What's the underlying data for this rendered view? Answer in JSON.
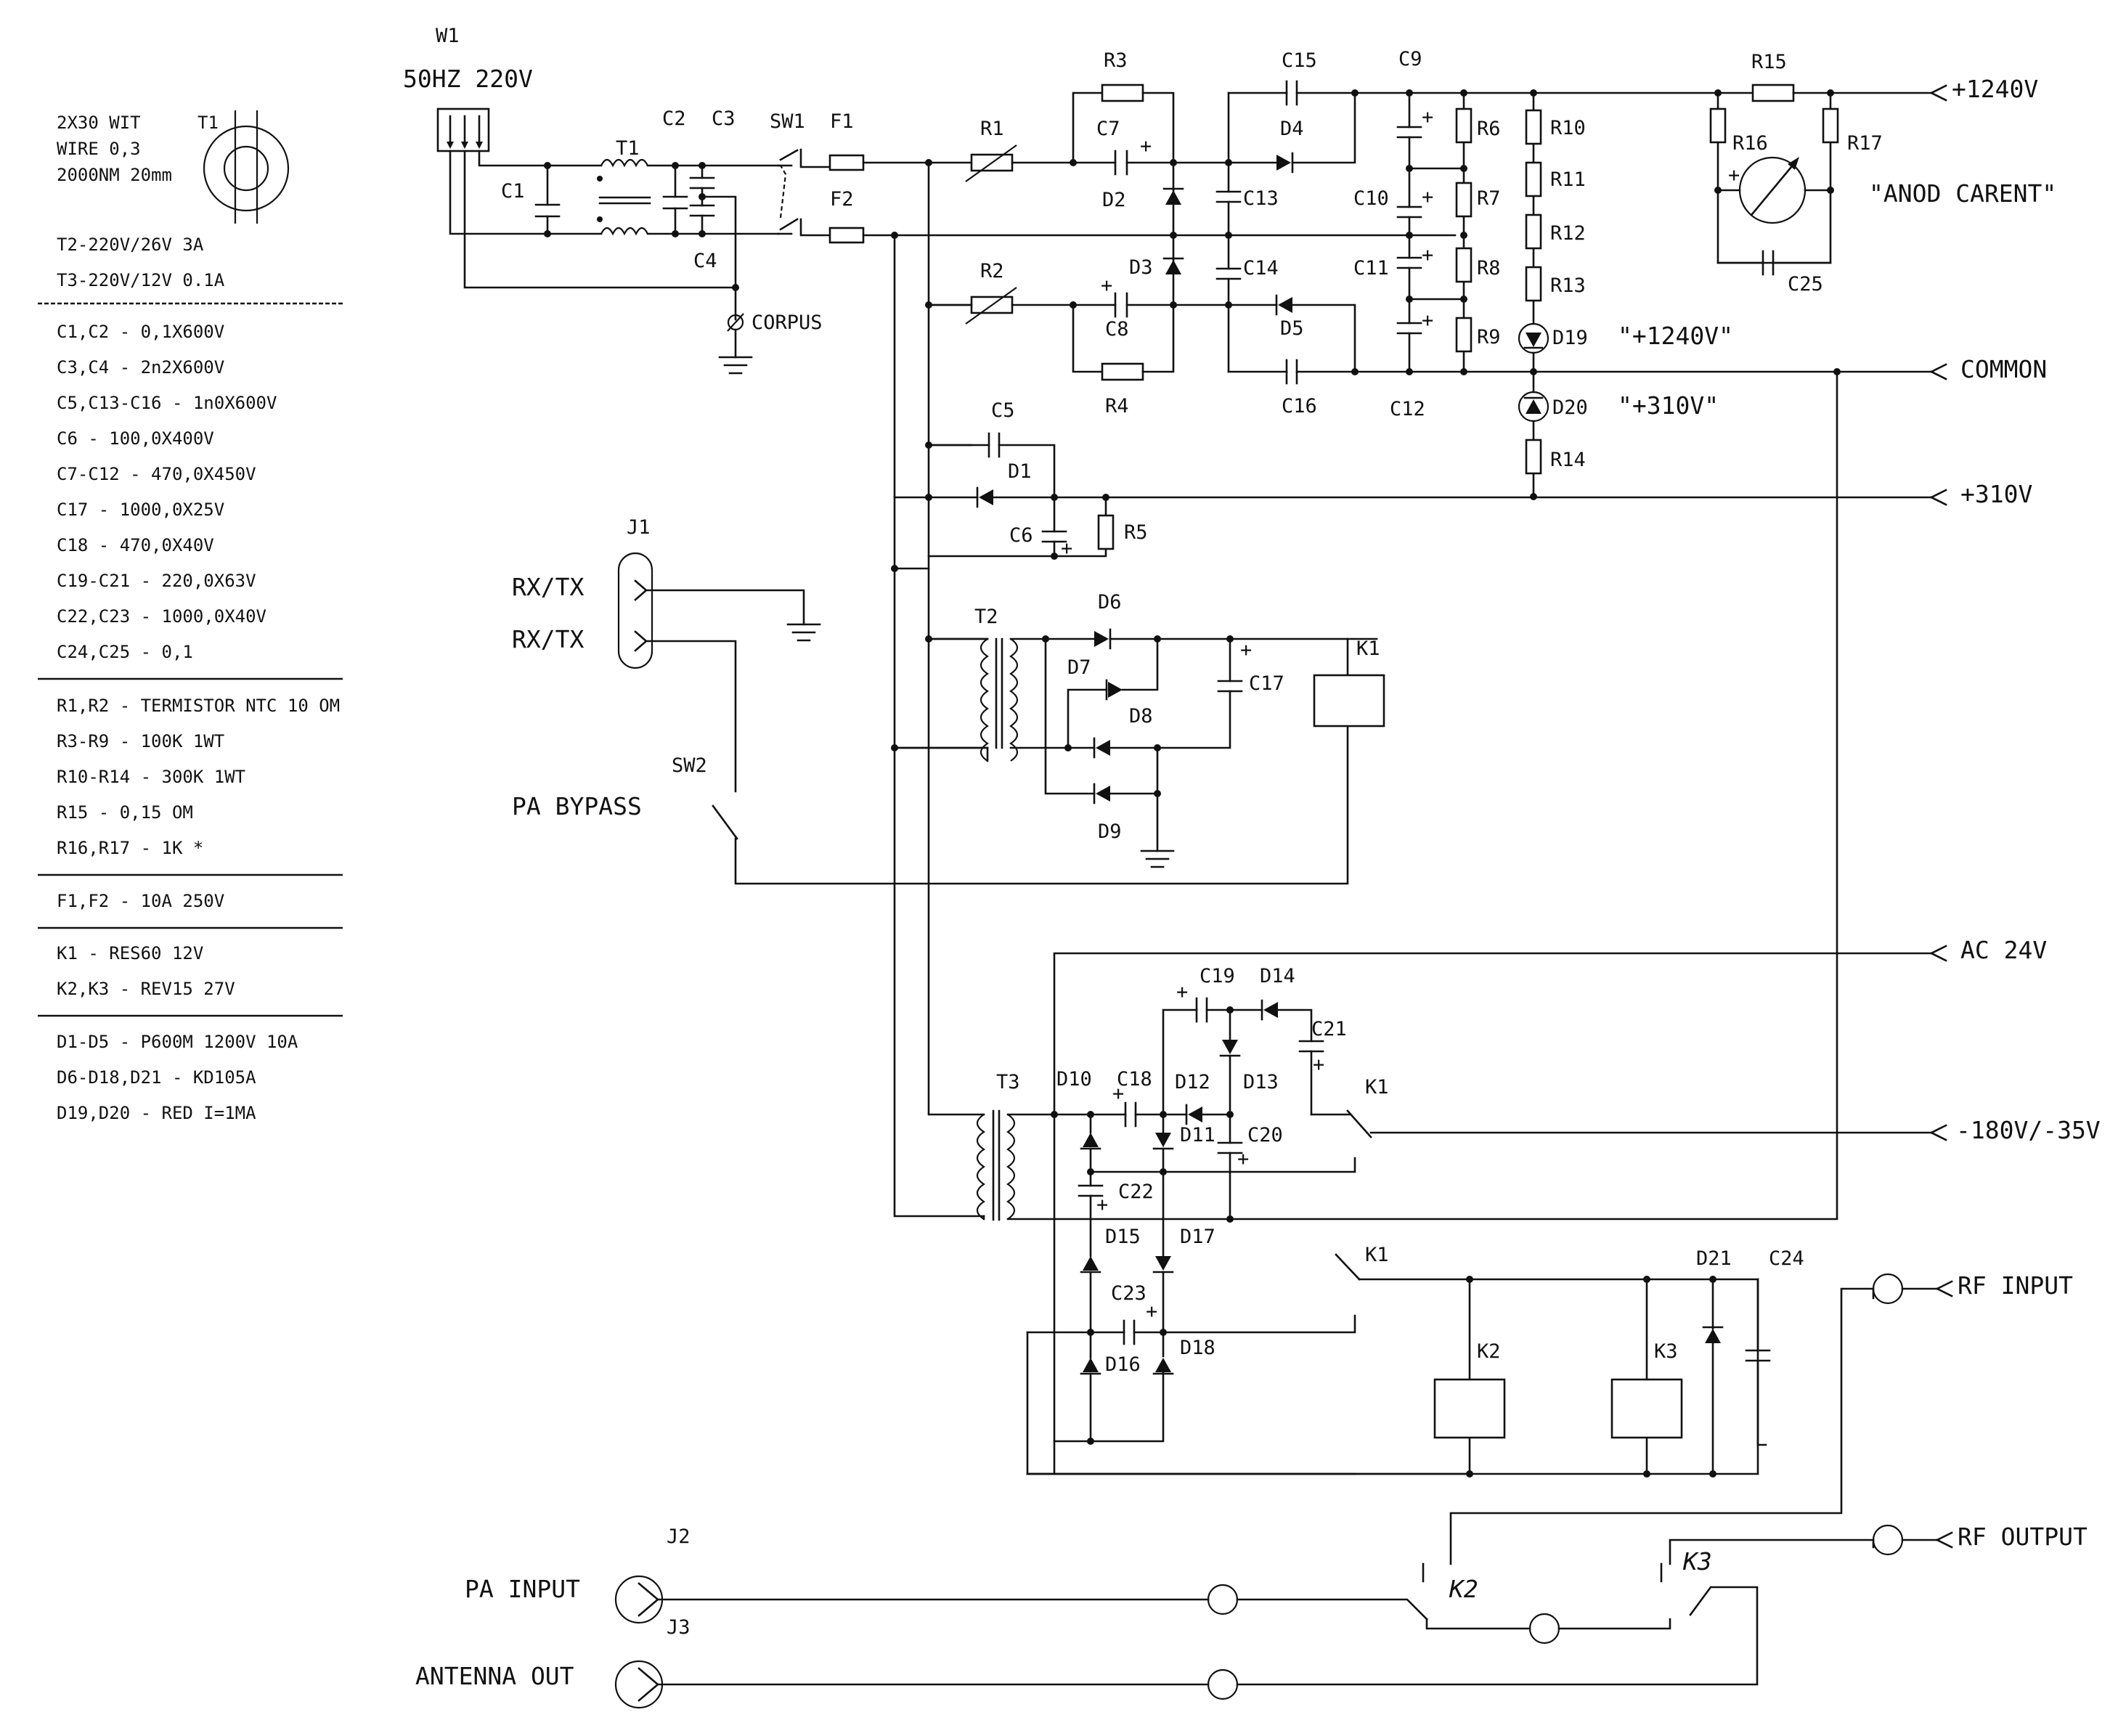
{
  "notes": {
    "winding_lines": [
      "2X30 WIT",
      "WIRE 0,3",
      "2000NM 20mm"
    ],
    "t1_label": "T1",
    "t2_spec": "T2-220V/26V 3A",
    "t3_spec": "T3-220V/12V 0.1A"
  },
  "bom": {
    "capacitors": [
      "C1,C2 - 0,1X600V",
      "C3,C4 - 2n2X600V",
      "C5,C13-C16 - 1n0X600V",
      "C6 - 100,0X400V",
      "C7-C12 - 470,0X450V",
      "C17 - 1000,0X25V",
      "C18 - 470,0X40V",
      "C19-C21 - 220,0X63V",
      "C22,C23 - 1000,0X40V",
      "C24,C25 - 0,1"
    ],
    "resistors": [
      "R1,R2 - TERMISTOR NTC 10 OM",
      "R3-R9 - 100K 1WT",
      "R10-R14 - 300K 1WT",
      "R15 - 0,15 OM",
      "R16,R17 - 1K *"
    ],
    "fuses": [
      "F1,F2 - 10A 250V"
    ],
    "relays": [
      "K1 - RES60 12V",
      "K2,K3 - REV15 27V"
    ],
    "diodes": [
      "D1-D5 - P600M 1200V 10A",
      "D6-D18,D21 - KD105A",
      "D19,D20 - RED I=1MA"
    ]
  },
  "inputs": {
    "w1": "W1",
    "mains": "50HZ 220V",
    "corpus": "CORPUS",
    "j1": "J1",
    "rxtx1": "RX/TX",
    "rxtx2": "RX/TX",
    "sw2": "SW2",
    "pa_bypass": "PA BYPASS",
    "j2": "J2",
    "pa_input": "PA INPUT",
    "j3": "J3",
    "antenna_out": "ANTENNA OUT"
  },
  "outputs": {
    "plus1240": "+1240V",
    "common": "COMMON",
    "plus310": "+310V",
    "ac24": "AC 24V",
    "neg180": "-180V/-35V",
    "rf_input": "RF INPUT",
    "rf_output": "RF OUTPUT"
  },
  "annotations": {
    "anod": "\"ANOD CARENT\"",
    "led1240": "\"+1240V\"",
    "led310": "\"+310V\""
  },
  "parts": {
    "T1": "T1",
    "C1": "C1",
    "C2": "C2",
    "C3": "C3",
    "C4": "C4",
    "SW1": "SW1",
    "F1": "F1",
    "F2": "F2",
    "R1": "R1",
    "R2": "R2",
    "R3": "R3",
    "R4": "R4",
    "C7": "C7",
    "C8": "C8",
    "D2": "D2",
    "D3": "D3",
    "C13": "C13",
    "C14": "C14",
    "C15": "C15",
    "C16": "C16",
    "D4": "D4",
    "D5": "D5",
    "C9": "C9",
    "C10": "C10",
    "C11": "C11",
    "C12": "C12",
    "R6": "R6",
    "R7": "R7",
    "R8": "R8",
    "R9": "R9",
    "R10": "R10",
    "R11": "R11",
    "R12": "R12",
    "R13": "R13",
    "R14": "R14",
    "D19": "D19",
    "D20": "D20",
    "R15": "R15",
    "R16": "R16",
    "R17": "R17",
    "C25": "C25",
    "C5": "C5",
    "D1": "D1",
    "C6": "C6",
    "R5": "R5",
    "T2": "T2",
    "D6": "D6",
    "D7": "D7",
    "D8": "D8",
    "D9": "D9",
    "C17": "C17",
    "K1a": "K1",
    "T3": "T3",
    "C19": "C19",
    "D14": "D14",
    "C21": "C21",
    "D10": "D10",
    "C18": "C18",
    "D12": "D12",
    "D13": "D13",
    "D11": "D11",
    "C20": "C20",
    "K1b": "K1",
    "C22": "C22",
    "D15": "D15",
    "D17": "D17",
    "C23": "C23",
    "D16": "D16",
    "D18": "D18",
    "K1c": "K1",
    "D21": "D21",
    "C24": "C24",
    "K2": "K2",
    "K3": "K3",
    "K2hand": "K2",
    "K3hand": "K3"
  }
}
